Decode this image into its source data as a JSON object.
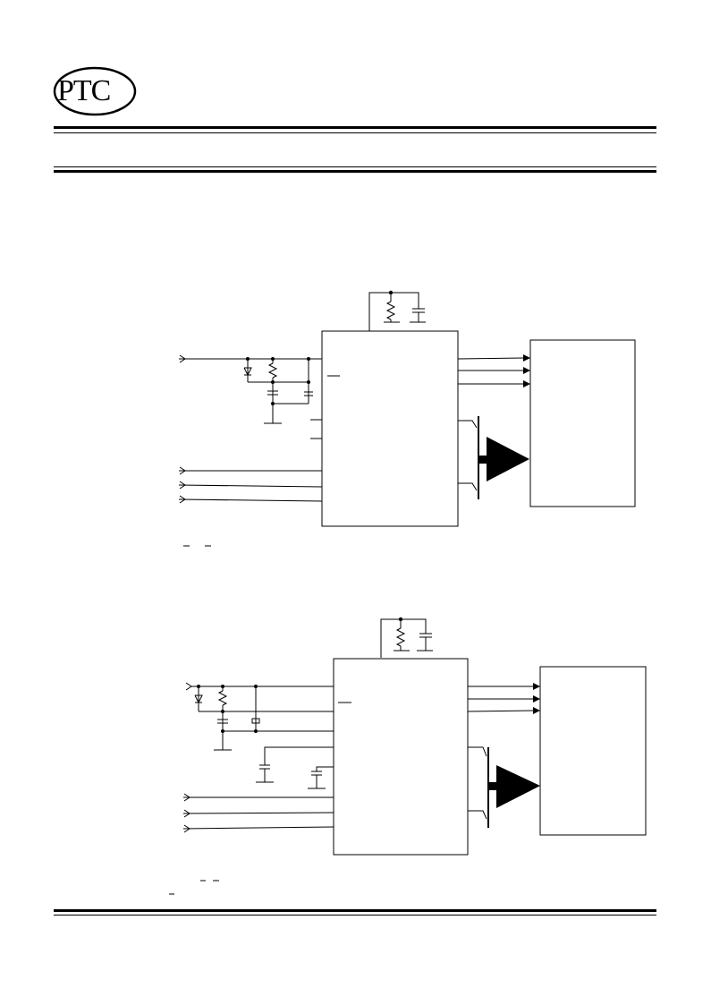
{
  "header": {
    "logo_text": "PTC"
  },
  "figures": [
    {
      "name": "application-circuit-1"
    },
    {
      "name": "application-circuit-2"
    }
  ],
  "colors": {
    "ink": "#000000",
    "page": "#ffffff"
  }
}
